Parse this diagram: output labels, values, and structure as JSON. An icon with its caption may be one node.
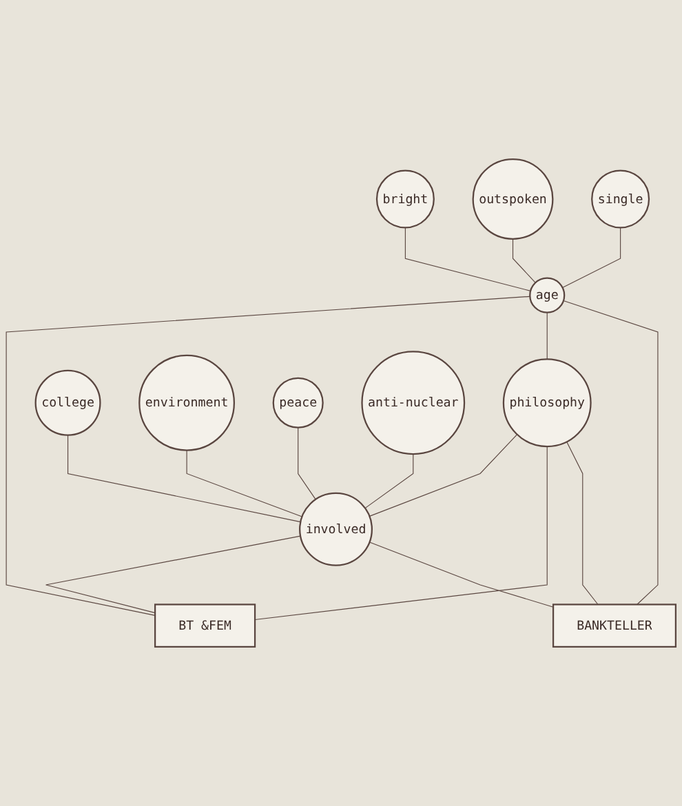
{
  "diagram": {
    "nodes": [
      {
        "text": [
          "single"
        ]
      },
      {
        "text": [
          "outspoken"
        ]
      },
      {
        "text": [
          "age"
        ]
      },
      {
        "text": [
          "bright"
        ]
      },
      {
        "text": [
          "BANKTELLER"
        ]
      },
      {
        "text": [
          "philosophy"
        ]
      },
      {
        "text": [
          "college"
        ]
      },
      {
        "text": [
          "involved"
        ]
      },
      {
        "text": [
          "environment"
        ]
      },
      {
        "text": [
          "peace"
        ]
      },
      {
        "text": [
          "anti-nuclear"
        ]
      },
      {
        "text": [
          "BT &FEM"
        ]
      }
    ],
    "edges": [
      {
        "from": 0,
        "to": 2,
        "arrow": "none"
      },
      {
        "from": 1,
        "to": 2,
        "arrow": "none"
      },
      {
        "from": 3,
        "to": 2,
        "arrow": "none"
      },
      {
        "from": 2,
        "to": 4,
        "arrow": "none"
      },
      {
        "from": 2,
        "to": 5,
        "arrow": "none"
      },
      {
        "from": 2,
        "to": 11,
        "arrow": "none"
      },
      {
        "from": 5,
        "to": 4,
        "arrow": "none"
      },
      {
        "from": 5,
        "to": 11,
        "arrow": "none"
      },
      {
        "from": 5,
        "to": 7,
        "arrow": "none"
      },
      {
        "from": 6,
        "to": 7,
        "arrow": "none"
      },
      {
        "from": 7,
        "to": 4,
        "arrow": "none"
      },
      {
        "from": 7,
        "to": 11,
        "arrow": "none"
      },
      {
        "from": 8,
        "to": 7,
        "arrow": "none"
      },
      {
        "from": 9,
        "to": 7,
        "arrow": "none"
      },
      {
        "from": 10,
        "to": 7,
        "arrow": "none"
      }
    ]
  }
}
